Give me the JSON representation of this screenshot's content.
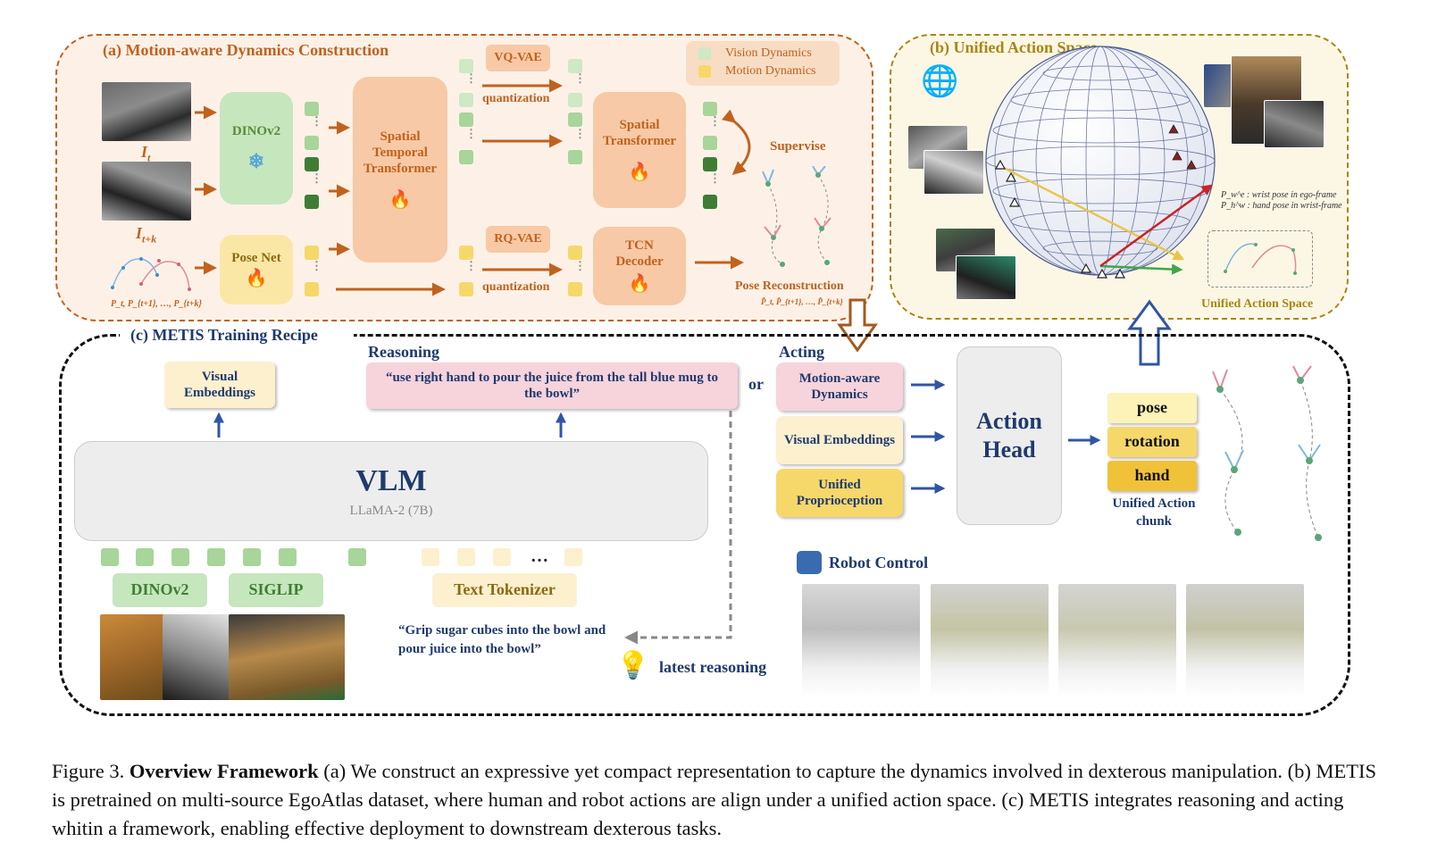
{
  "panel_a": {
    "title": "(a) Motion-aware Dynamics Construction",
    "input_frame_t": "I",
    "input_frame_t_sub": "t",
    "input_frame_tk": "I",
    "input_frame_tk_sub": "t+k",
    "pose_seq_label": "P_t, P_{t+1}, …, P_{t+k}",
    "dinov2": "DINOv2",
    "pose_net": "Pose Net",
    "stt": "Spatial Temporal Transformer",
    "vqvae": "VQ-VAE",
    "rqvae": "RQ-VAE",
    "quantization_top": "quantization",
    "quantization_bottom": "quantization",
    "spatial_transformer": "Spatial Transformer",
    "tcn_decoder": "TCN Decoder",
    "supervise": "Supervise",
    "pose_reconstruction": "Pose Reconstruction",
    "pose_recon_sub": "P̂_t, P̂_{t+1}, …, P̂_{t+k}",
    "legend_vision": "Vision Dynamics",
    "legend_motion": "Motion Dynamics"
  },
  "panel_b": {
    "title": "(b) Unified Action Space",
    "note_1": "P_w^e : wrist pose in ego-frame",
    "note_2": "P_h^w : hand pose in wrist-frame",
    "bottom_label": "Unified Action Space"
  },
  "panel_c": {
    "title": "(c) METIS Training Recipe",
    "reasoning_label": "Reasoning",
    "reasoning_text": "“use right hand to pour the juice from the tall blue mug to the bowl”",
    "visual_embeddings": "Visual Embeddings",
    "or": "or",
    "acting_label": "Acting",
    "acting_items": [
      "Motion-aware Dynamics",
      "Visual Embeddings",
      "Unified Proprioception"
    ],
    "vlm": "VLM",
    "vlm_sub": "LLaMA-2 (7B)",
    "ellipsis": "…",
    "dinov2": "DINOv2",
    "siglip": "SIGLIP",
    "text_tokenizer": "Text Tokenizer",
    "instruction": "“Grip sugar cubes into the bowl and pour juice into the bowl”",
    "latest_reasoning": "latest reasoning",
    "action_head": "Action Head",
    "outputs": [
      "pose",
      "rotation",
      "hand"
    ],
    "chunk_label": "Unified Action chunk",
    "robot_control": "Robot Control"
  },
  "caption": {
    "prefix": "Figure 3.",
    "bold": "Overview Framework",
    "text": "(a) We construct an expressive yet compact representation to capture the dynamics involved in dexterous manipulation. (b) METIS is pretrained on multi-source EgoAtlas dataset, where human and robot actions are align under a unified action space. (c) METIS integrates reasoning and acting whitin a framework, enabling effective deployment to downstream dexterous tasks."
  },
  "colors": {
    "orange_accent": "#c0621e",
    "olive_accent": "#a88614",
    "navy": "#1f3a6d",
    "arrow_blue": "#2f55a4",
    "vision_green": "#a8d59a",
    "motion_yellow": "#f6d86a",
    "pink": "#f7d3dc"
  }
}
